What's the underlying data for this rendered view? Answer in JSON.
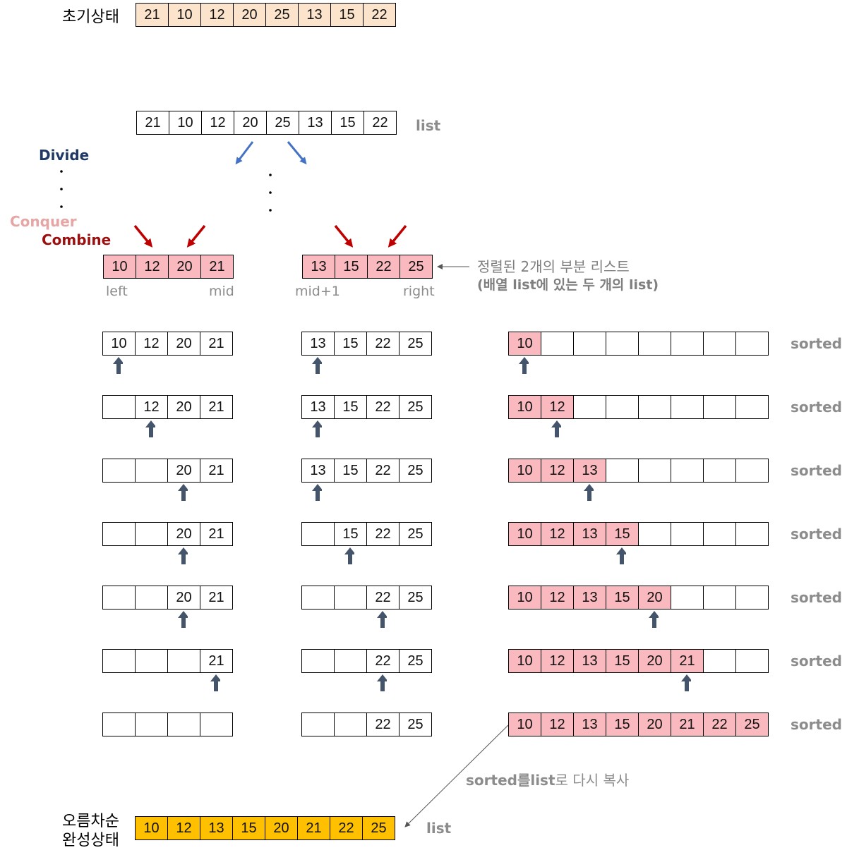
{
  "labels": {
    "initial": "초기상태",
    "list": "list",
    "divide": "Divide",
    "conquer": "Conquer",
    "combine": "Combine",
    "left": "left",
    "mid": "mid",
    "mid_plus_1": "mid+1",
    "right": "right",
    "note_line1": "정렬된 2개의 부분 리스트",
    "note_line2": "(배열 list에 있는 두 개의 list)",
    "sorted": "sorted",
    "copy_note_bold": "sorted를list",
    "copy_note_rest": "로 다시 복사",
    "final_line1": "오름차순",
    "final_line2": "완성상태",
    "final_list": "list"
  },
  "initial_state": [
    "21",
    "10",
    "12",
    "20",
    "25",
    "13",
    "15",
    "22"
  ],
  "list_row": [
    "21",
    "10",
    "12",
    "20",
    "25",
    "13",
    "15",
    "22"
  ],
  "left_sublist": [
    "10",
    "12",
    "20",
    "21"
  ],
  "right_sublist": [
    "13",
    "15",
    "22",
    "25"
  ],
  "merge_steps": [
    {
      "left": [
        "10",
        "12",
        "20",
        "21"
      ],
      "right": [
        "13",
        "15",
        "22",
        "25"
      ],
      "sorted": [
        "10",
        "",
        "",
        "",
        "",
        "",
        "",
        ""
      ],
      "left_ptr": 0,
      "right_ptr": 0,
      "sorted_ptr": 0
    },
    {
      "left": [
        "",
        "12",
        "20",
        "21"
      ],
      "right": [
        "13",
        "15",
        "22",
        "25"
      ],
      "sorted": [
        "10",
        "12",
        "",
        "",
        "",
        "",
        "",
        ""
      ],
      "left_ptr": 1,
      "right_ptr": 0,
      "sorted_ptr": 1
    },
    {
      "left": [
        "",
        "",
        "20",
        "21"
      ],
      "right": [
        "13",
        "15",
        "22",
        "25"
      ],
      "sorted": [
        "10",
        "12",
        "13",
        "",
        "",
        "",
        "",
        ""
      ],
      "left_ptr": 2,
      "right_ptr": 0,
      "sorted_ptr": 2
    },
    {
      "left": [
        "",
        "",
        "20",
        "21"
      ],
      "right": [
        "",
        "15",
        "22",
        "25"
      ],
      "sorted": [
        "10",
        "12",
        "13",
        "15",
        "",
        "",
        "",
        ""
      ],
      "left_ptr": 2,
      "right_ptr": 1,
      "sorted_ptr": 3
    },
    {
      "left": [
        "",
        "",
        "20",
        "21"
      ],
      "right": [
        "",
        "",
        "22",
        "25"
      ],
      "sorted": [
        "10",
        "12",
        "13",
        "15",
        "20",
        "",
        "",
        ""
      ],
      "left_ptr": 2,
      "right_ptr": 2,
      "sorted_ptr": 4
    },
    {
      "left": [
        "",
        "",
        "",
        "21"
      ],
      "right": [
        "",
        "",
        "22",
        "25"
      ],
      "sorted": [
        "10",
        "12",
        "13",
        "15",
        "20",
        "21",
        "",
        ""
      ],
      "left_ptr": 3,
      "right_ptr": 2,
      "sorted_ptr": 5
    },
    {
      "left": [
        "",
        "",
        "",
        ""
      ],
      "right": [
        "",
        "",
        "22",
        "25"
      ],
      "sorted": [
        "10",
        "12",
        "13",
        "15",
        "20",
        "21",
        "22",
        "25"
      ],
      "left_ptr": null,
      "right_ptr": null,
      "sorted_ptr": null
    }
  ],
  "final_state": [
    "10",
    "12",
    "13",
    "15",
    "20",
    "21",
    "22",
    "25"
  ],
  "colors": {
    "peach": "#fce4cc",
    "pink": "#f9b9be",
    "gold": "#ffc000",
    "divide_text": "#1f3864",
    "conquer_text": "#e6a6a6",
    "combine_text": "#9b0f0f",
    "blue_arrow": "#4472c4",
    "red_arrow": "#c00000",
    "pointer_arrow": "#44546a",
    "gray_text": "#8c8c8c"
  }
}
